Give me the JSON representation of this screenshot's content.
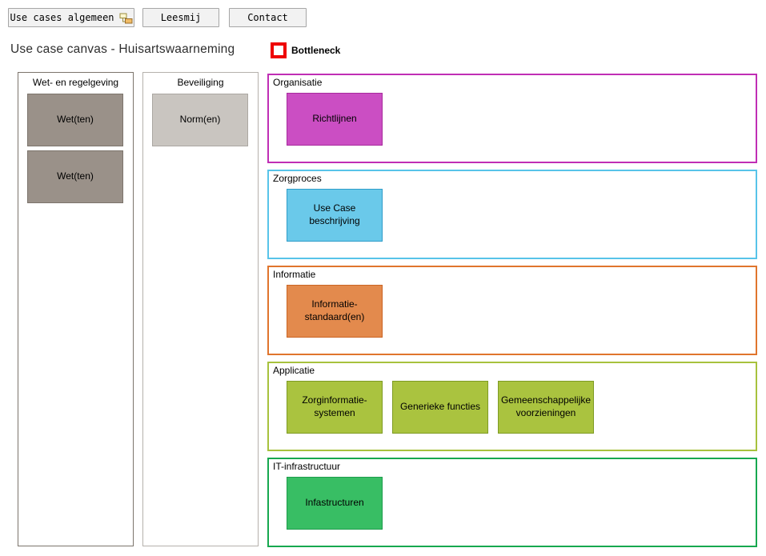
{
  "toolbar": {
    "buttons": [
      {
        "label": "Use cases algemeen",
        "icon": "org-chart-icon"
      },
      {
        "label": "Leesmij"
      },
      {
        "label": "Contact"
      }
    ]
  },
  "header": {
    "title": "Use case canvas - Huisartswaarneming",
    "legend": {
      "label": "Bottleneck",
      "color": "#ee0000"
    }
  },
  "columns": [
    {
      "title": "Wet- en regelgeving",
      "frame_color": "#7c746c",
      "boxes": [
        {
          "label": "Wet(ten)",
          "fill": "#9a9189",
          "border": "#7c746c"
        },
        {
          "label": "Wet(ten)",
          "fill": "#9a9189",
          "border": "#7c746c"
        }
      ]
    },
    {
      "title": "Beveiliging",
      "frame_color": "#b5b1ac",
      "boxes": [
        {
          "label": "Norm(en)",
          "fill": "#c9c5c0",
          "border": "#aba7a2"
        }
      ]
    }
  ],
  "sections": [
    {
      "title": "Organisatie",
      "frame_color": "#c02eb5",
      "boxes": [
        {
          "label": "Richtlijnen",
          "fill": "#cb4ec3",
          "border": "#a82b9e"
        }
      ]
    },
    {
      "title": "Zorgproces",
      "frame_color": "#58c4e9",
      "boxes": [
        {
          "label": "Use Case beschrijving",
          "fill": "#6ac9ea",
          "border": "#2f9dc9"
        }
      ]
    },
    {
      "title": "Informatie",
      "frame_color": "#e0752d",
      "boxes": [
        {
          "label": "Informatie-standaard(en)",
          "fill": "#e38a4d",
          "border": "#cb6524"
        }
      ]
    },
    {
      "title": "Applicatie",
      "frame_color": "#a7c23d",
      "boxes": [
        {
          "label": "Zorginformatie-systemen",
          "fill": "#aac33f",
          "border": "#7e9b23"
        },
        {
          "label": "Generieke functies",
          "fill": "#aac33f",
          "border": "#7e9b23"
        },
        {
          "label": "Gemeenschappelijke voorzieningen",
          "fill": "#aac33f",
          "border": "#7e9b23"
        }
      ]
    },
    {
      "title": "IT-infrastructuur",
      "frame_color": "#17a84f",
      "boxes": [
        {
          "label": "Infastructuren",
          "fill": "#38be64",
          "border": "#1e9c4c"
        }
      ]
    }
  ]
}
